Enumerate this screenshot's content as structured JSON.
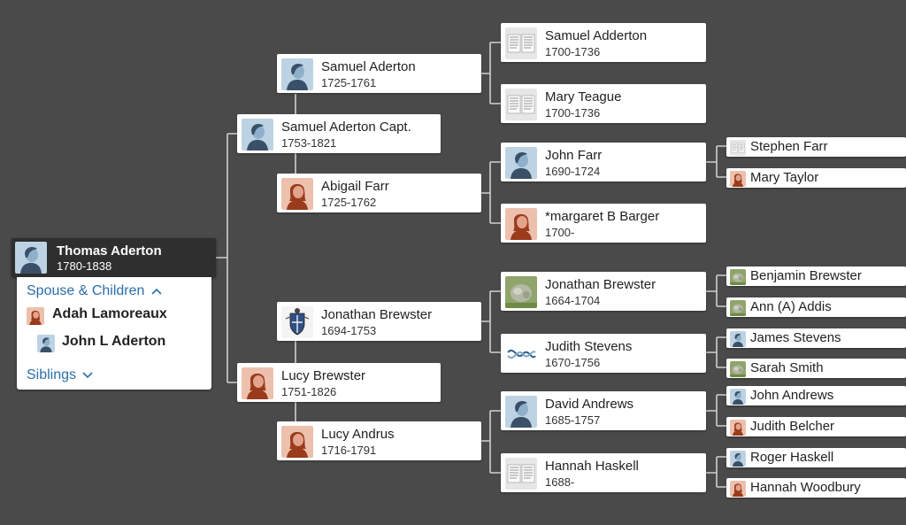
{
  "focus": {
    "name": "Thomas Aderton",
    "dates": "1780-1838",
    "avatar": "male-avatar-icon"
  },
  "family_panel": {
    "spouse_children_label": "Spouse & Children",
    "spouse": {
      "name": "Adah Lamoreaux",
      "avatar": "female-avatar-icon"
    },
    "child": {
      "name": "John L Aderton",
      "avatar": "male-avatar-icon"
    },
    "siblings_label": "Siblings"
  },
  "gen1": {
    "father": {
      "name": "Samuel Aderton Capt.",
      "dates": "1753-1821",
      "avatar": "male"
    },
    "mother": {
      "name": "Lucy Brewster",
      "dates": "1751-1826",
      "avatar": "female"
    }
  },
  "gen2": {
    "ff": {
      "name": "Samuel Aderton",
      "dates": "1725-1761",
      "avatar": "male"
    },
    "fm": {
      "name": "Abigail Farr",
      "dates": "1725-1762",
      "avatar": "female"
    },
    "mf": {
      "name": "Jonathan Brewster",
      "dates": "1694-1753",
      "avatar": "coat-of-arms"
    },
    "mm": {
      "name": "Lucy Andrus",
      "dates": "1716-1791",
      "avatar": "female"
    }
  },
  "gen3": {
    "fff": {
      "name": "Samuel Adderton",
      "dates": "1700-1736",
      "avatar": "document"
    },
    "ffm": {
      "name": "Mary Teague",
      "dates": "1700-1736",
      "avatar": "document"
    },
    "fmf": {
      "name": "John Farr",
      "dates": "1690-1724",
      "avatar": "male"
    },
    "fmm": {
      "name": "*margaret B Barger",
      "dates": "1700-",
      "avatar": "female"
    },
    "mff": {
      "name": "Jonathan Brewster",
      "dates": "1664-1704",
      "avatar": "photo"
    },
    "mfm": {
      "name": "Judith Stevens",
      "dates": "1670-1756",
      "avatar": "dna"
    },
    "mmf": {
      "name": "David Andrews",
      "dates": "1685-1757",
      "avatar": "male"
    },
    "mmm": {
      "name": "Hannah Haskell",
      "dates": "1688-",
      "avatar": "document"
    }
  },
  "gen4": {
    "fmff": {
      "name": "Stephen Farr",
      "avatar": "document"
    },
    "fmfm": {
      "name": "Mary Taylor",
      "avatar": "female"
    },
    "mfff": {
      "name": "Benjamin Brewster",
      "avatar": "photo"
    },
    "mffm": {
      "name": "Ann (A) Addis",
      "avatar": "photo"
    },
    "mfmf": {
      "name": "James Stevens",
      "avatar": "male"
    },
    "mfmm": {
      "name": "Sarah Smith",
      "avatar": "photo"
    },
    "mmff": {
      "name": "John Andrews",
      "avatar": "male"
    },
    "mmfm": {
      "name": "Judith Belcher",
      "avatar": "female"
    },
    "mmmf": {
      "name": "Roger Haskell",
      "avatar": "male"
    },
    "mmmm": {
      "name": "Hannah Woodbury",
      "avatar": "female"
    }
  },
  "colors": {
    "background": "#4a4a4a",
    "connector": "#cfcfcf",
    "link": "#2a6ea8",
    "male_bg": "#bdd3e3",
    "male_fg": "#3a5068",
    "female_bg": "#edc0ad",
    "female_fg": "#9a3b1c"
  }
}
